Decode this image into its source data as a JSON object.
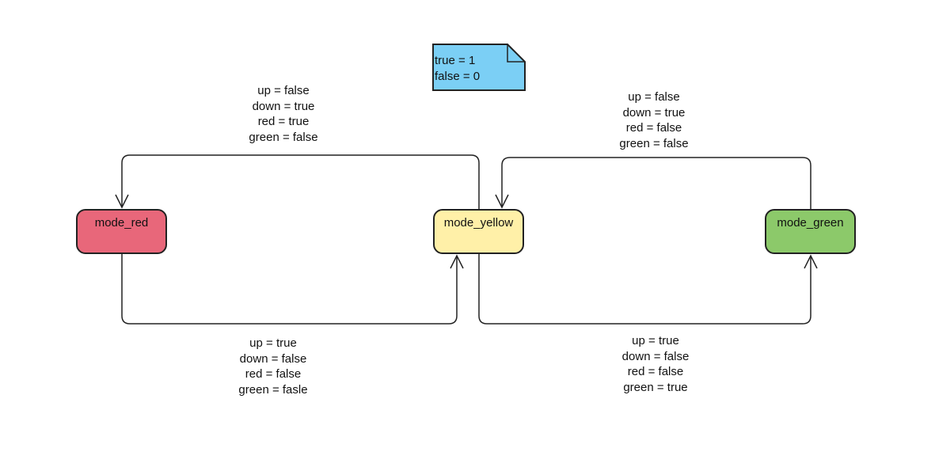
{
  "colors": {
    "red_state": "#e8677a",
    "yellow_state": "#fff0a8",
    "green_state": "#8cc96a",
    "note": "#7bcff5",
    "stroke": "#222222"
  },
  "note": {
    "lines": [
      "true = 1",
      "false = 0"
    ]
  },
  "states": {
    "red": "mode_red",
    "yellow": "mode_yellow",
    "green": "mode_green"
  },
  "transitions": {
    "yellow_to_red": [
      "up = false",
      "down = true",
      "red = true",
      "green = false"
    ],
    "green_to_yellow": [
      "up = false",
      "down = true",
      "red = false",
      "green = false"
    ],
    "red_to_yellow": [
      "up = true",
      "down = false",
      "red = false",
      "green = fasle"
    ],
    "yellow_to_green": [
      "up = true",
      "down = false",
      "red = false",
      "green = true"
    ]
  }
}
